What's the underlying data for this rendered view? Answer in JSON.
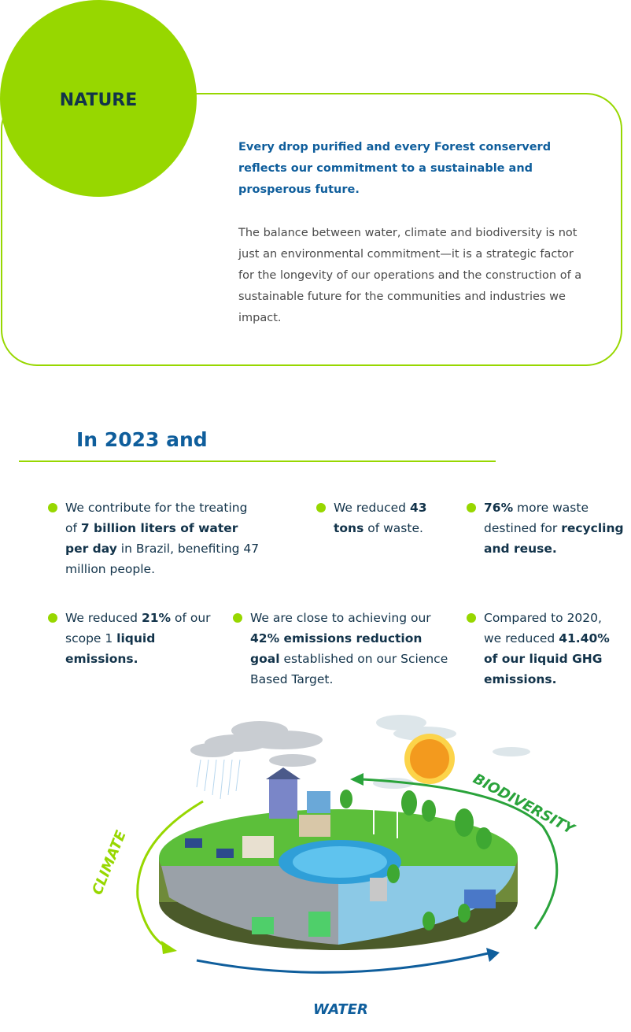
{
  "nature": {
    "badge": "NATURE",
    "lead": "Every drop purified and every  Forest conserverd reflects our commitment to a sustainable and prosperous future.",
    "body": "The balance between water, climate and biodiversity is not just an environmental commitment—it is a strategic factor for the longevity of our operations and the construction of a sustainable future for the communities and industries we impact."
  },
  "section": {
    "title": "In 2023 and"
  },
  "stats": [
    {
      "parts": [
        "We contribute for the treating of ",
        "7 billion liters of water per day",
        " in Brazil, benefiting 47 million people."
      ]
    },
    {
      "parts": [
        "We reduced ",
        "43 tons",
        " of waste."
      ]
    },
    {
      "parts": [
        "",
        "76%",
        " more waste destined for ",
        "recycling and reuse."
      ]
    },
    {
      "parts": [
        "We reduced ",
        "21%",
        " of our scope 1 ",
        "liquid emissions."
      ]
    },
    {
      "parts": [
        "We are close to achieving our ",
        "42% emissions reduction goal",
        " established on our Science Based Target."
      ]
    },
    {
      "parts": [
        "Compared to 2020, we reduced ",
        "41.40% of our liquid GHG emissions."
      ]
    }
  ],
  "cycle": {
    "climate": "CLIMATE",
    "biodiversity": "BIODIVERSITY",
    "water": "WATER"
  },
  "colors": {
    "green": "#97d700",
    "blue": "#0f5e9c",
    "navy": "#12334a",
    "darkgreen": "#2aa33b"
  }
}
